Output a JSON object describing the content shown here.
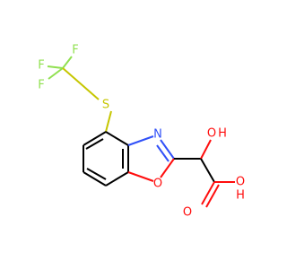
{
  "atoms": {
    "f_top": "F",
    "f_left_top": "F",
    "f_left_bottom": "F",
    "s": "S",
    "n": "N",
    "o_ring": "O",
    "o_hydroxyl": "O",
    "h_hydroxyl": "H",
    "o_carbonyl": "O",
    "o_acid": "O",
    "h_acid": "H"
  },
  "colors": {
    "carbon": "#000000",
    "oxygen": "#ff0d0d",
    "nitrogen": "#3050f8",
    "sulfur": "#c6c600",
    "fluorine": "#90e050"
  }
}
